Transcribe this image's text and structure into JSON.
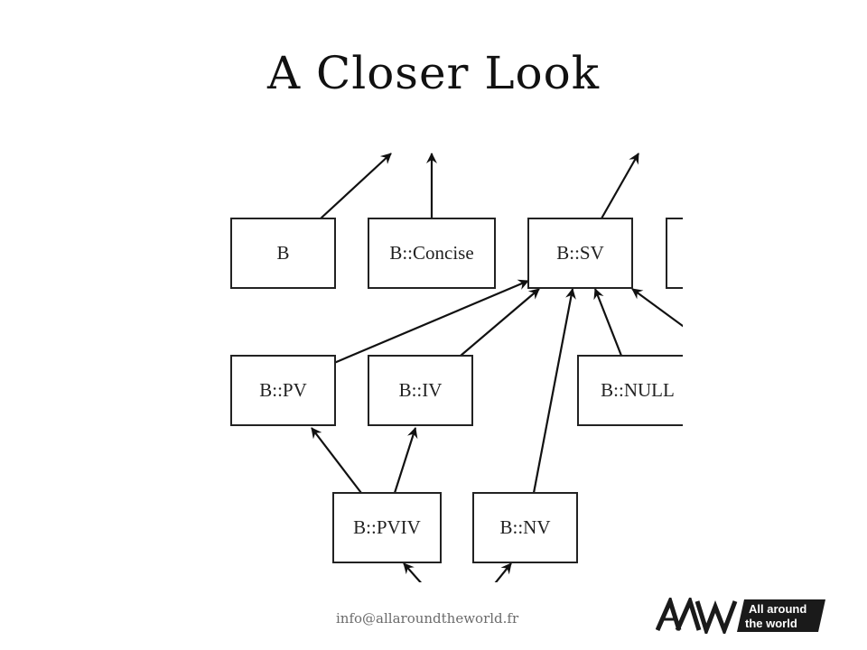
{
  "title": "A Closer Look",
  "diagram": {
    "nodes": {
      "b": "B",
      "concise": "B::Concise",
      "sv": "B::SV",
      "pv": "B::PV",
      "iv": "B::IV",
      "null": "B::NULL",
      "pviv": "B::PVIV",
      "nv": "B::NV"
    }
  },
  "footer": {
    "email": "info@allaroundtheworld.fr",
    "logo_mark": "AAW",
    "logo_line1": "All around",
    "logo_line2": "the world"
  },
  "colors": {
    "text": "#111111",
    "footer_text": "#6b6b6b",
    "logo_dark": "#1a1a1a"
  }
}
